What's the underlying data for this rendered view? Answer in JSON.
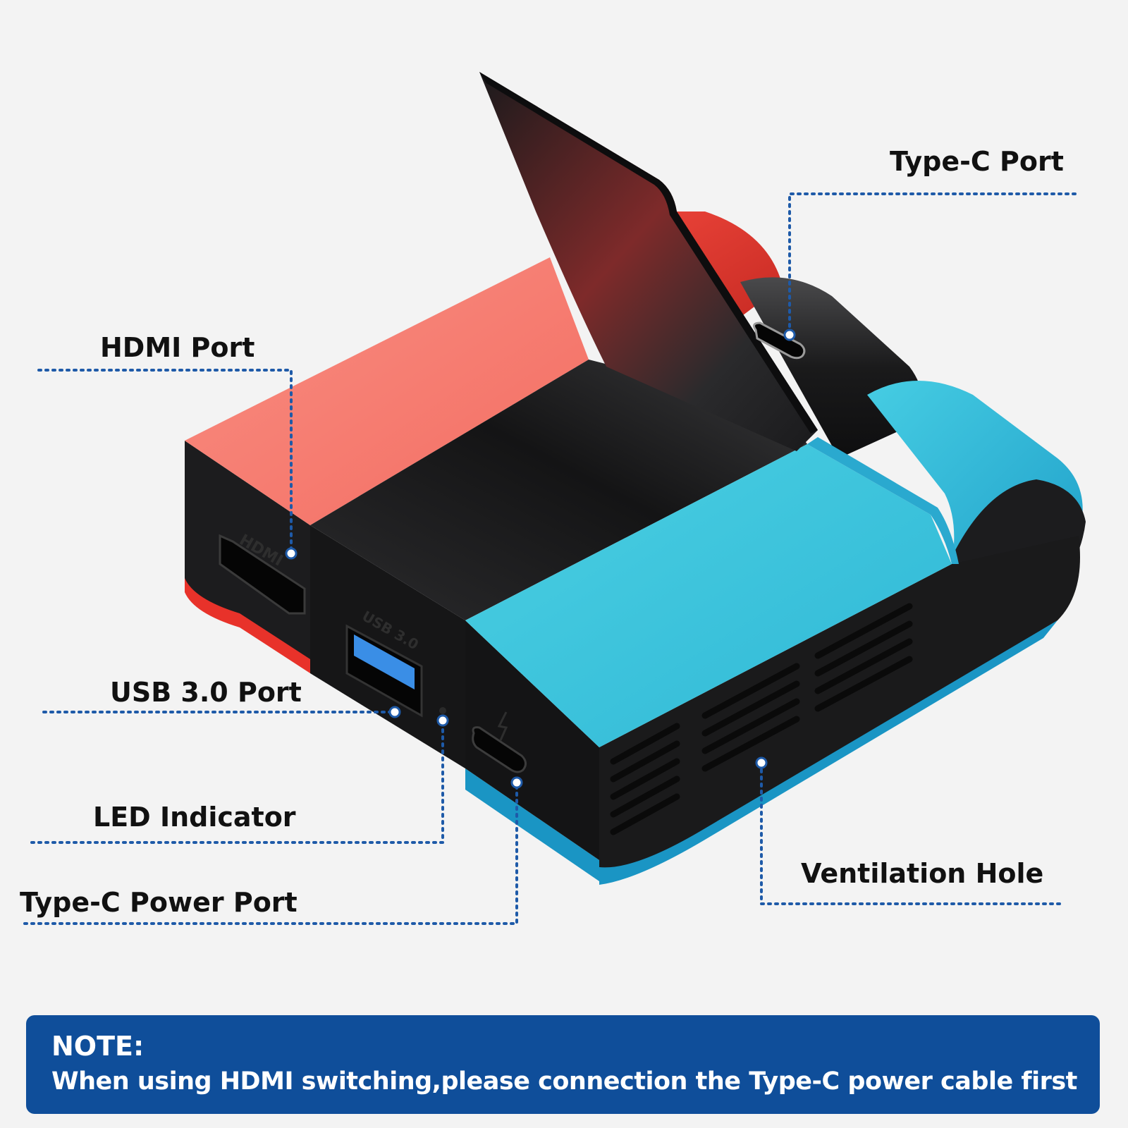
{
  "labels": {
    "typec_port": "Type-C Port",
    "hdmi_port": "HDMI Port",
    "usb_port": "USB 3.0 Port",
    "led_indicator": "LED Indicator",
    "typec_power_port": "Type-C Power Port",
    "ventilation_hole": "Ventilation Hole"
  },
  "device_markings": {
    "hdmi": "HDMI",
    "usb": "USB 3.0"
  },
  "note": {
    "title": "NOTE:",
    "text": "When using HDMI switching,please connection the Type-C power cable first"
  },
  "colors": {
    "background": "#f3f3f3",
    "red_body": "#f4786c",
    "red_deep": "#e8322a",
    "blue_body": "#3ec4d9",
    "blue_deep": "#1a95c4",
    "black_body": "#1c1c1e",
    "leader_line": "#1e5aa8",
    "note_bg": "#0f4e9a",
    "note_text": "#ffffff"
  },
  "icons": [
    "hdmi-port-icon",
    "usb-port-icon",
    "usb-c-port-icon",
    "lightning-icon",
    "led-icon"
  ]
}
